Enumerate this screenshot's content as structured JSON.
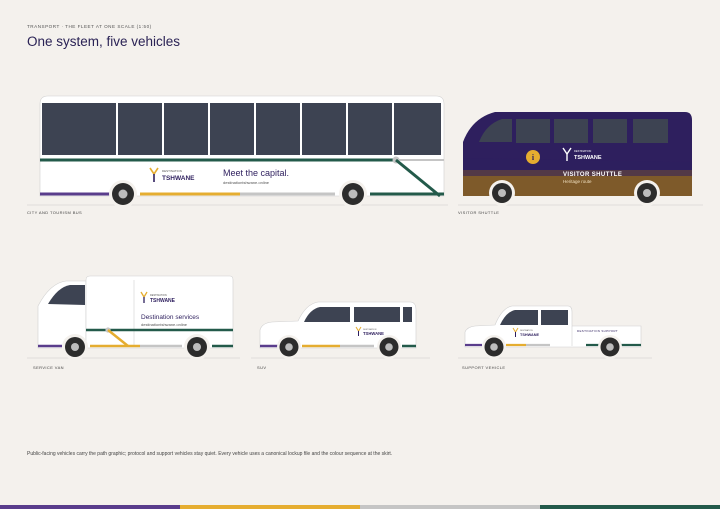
{
  "header": {
    "eyebrow": "TRANSPORT · THE FLEET AT ONE SCALE (1:50)",
    "title": "One system, five vehicles"
  },
  "brand": {
    "kicker": "DESTINATION",
    "wordmark": "TSHWANE",
    "colors": {
      "purple": "#2e1f5e",
      "green": "#235a4a",
      "gold": "#e5ad30",
      "grey": "#c5c5c5",
      "violet": "#5a3d8c",
      "brown": "#7e5a2a",
      "glass": "#3d4352",
      "body": "#ffffff",
      "tyre": "#2c2c2c",
      "hub": "#bdbdbd"
    }
  },
  "vehicles": {
    "bus": {
      "label": "CITY AND TOURISM BUS",
      "headline": "Meet the capital.",
      "url": "destinationtshwane.online"
    },
    "shuttle": {
      "label": "VISITOR SHUTTLE",
      "badge_icon": "info-icon",
      "badge_text": "i",
      "headline": "VISITOR SHUTTLE",
      "sub": "Heritage route"
    },
    "van": {
      "label": "SERVICE VAN",
      "headline": "Destination services",
      "url": "destinationtshwane.online"
    },
    "suv": {
      "label": "SUV"
    },
    "pickup": {
      "label": "SUPPORT VEHICLE",
      "text": "DESTINATION SUPPORT"
    }
  },
  "footer": {
    "caption": "Public-facing vehicles carry the path graphic; protocol and support vehicles stay quiet. Every vehicle uses a canonical lockup file and the colour sequence at the skirt."
  }
}
